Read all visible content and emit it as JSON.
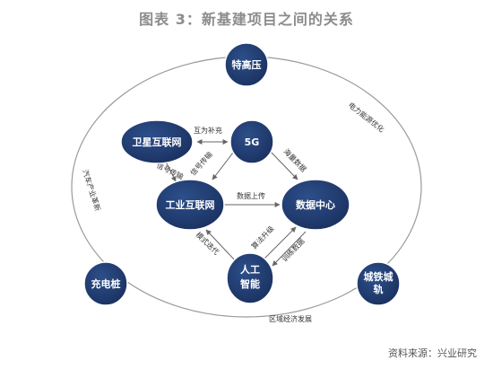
{
  "title": "图表 3：新基建项目之间的关系",
  "source": "资料来源：兴业研究",
  "colors": {
    "node": "#1f3a6b",
    "arrow": "#666666",
    "ring": "#9a9a9a",
    "title": "#8c8c8c"
  },
  "nodes": {
    "uhv": "特高压",
    "satellite": "卫星互联网",
    "fiveg": "5G",
    "iiot": "工业互联网",
    "datacenter": "数据中心",
    "ai": "人工智能",
    "charging": "充电桩",
    "rail": "城铁城轨"
  },
  "edges": {
    "complement": "互为补充",
    "signal_left": "信号传输",
    "signal_right": "信号传输",
    "massive_data": "海量数据",
    "data_upload": "数据上传",
    "model_iteration": "模式迭代",
    "algo_upgrade": "算法升级",
    "training_data": "训练数据"
  },
  "ring": {
    "power": "电力能源优化",
    "auto": "汽车产业革新",
    "regional": "区域经济发展"
  }
}
